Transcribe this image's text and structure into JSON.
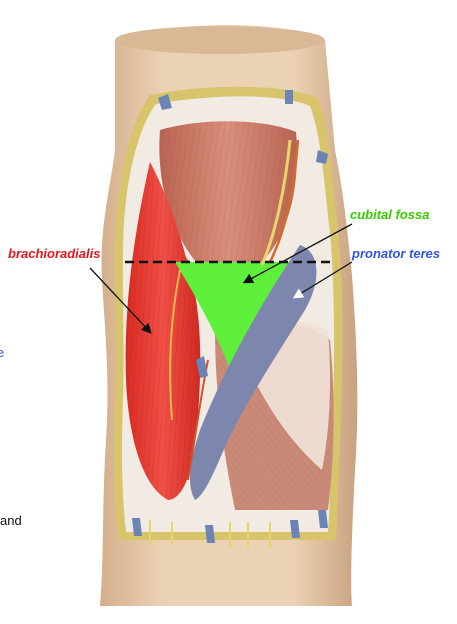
{
  "labels": {
    "brachioradialis": "brachioradialis",
    "cubital_fossa": "cubital fossa",
    "pronator_teres": "pronator teres"
  },
  "left_fragments": {
    "blue_fragment": "e",
    "text_fragment": "and"
  },
  "colors": {
    "brachioradialis_label": "#e8141b",
    "cubital_fossa_label": "#33cc00",
    "pronator_teres_label": "#3355dd",
    "brachioradialis_muscle": "#e8423a",
    "cubital_fossa_region": "#5ef03a",
    "pronator_teres_muscle": "#7d86ad",
    "skin": "#e6c6a6",
    "muscle": "#c97f6c",
    "fat_border": "#d8c46a",
    "fascia": "#f1ebe3"
  }
}
